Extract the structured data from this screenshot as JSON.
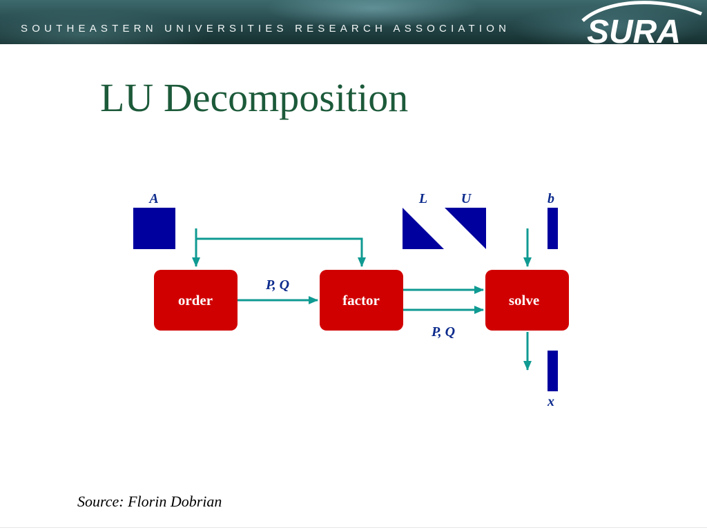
{
  "header": {
    "org_name": "SOUTHEASTERN UNIVERSITIES RESEARCH ASSOCIATION",
    "logo_text": "SURA"
  },
  "title": "LU Decomposition",
  "diagram": {
    "nodes": {
      "order": "order",
      "factor": "factor",
      "solve": "solve"
    },
    "labels": {
      "A": "A",
      "L": "L",
      "U": "U",
      "b": "b",
      "x": "x",
      "pq_top": "P, Q",
      "pq_bottom": "P, Q"
    }
  },
  "source": "Source: Florin Dobrian",
  "colors": {
    "title": "#1c5a3a",
    "node_fill": "#d10000",
    "matrix_fill": "#00009e",
    "arrow": "#0f9a92",
    "label": "#0b2a8c"
  }
}
